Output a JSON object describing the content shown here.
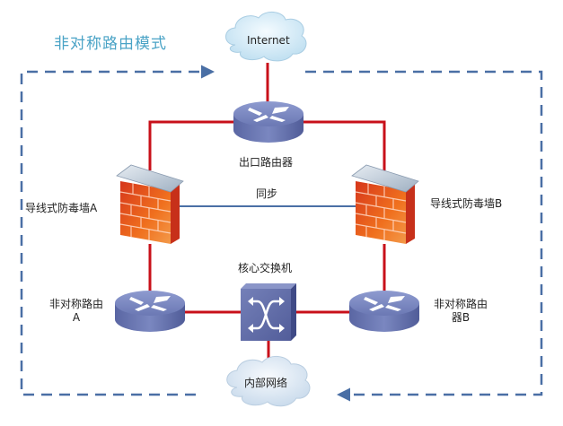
{
  "title": "非对称路由模式",
  "colors": {
    "title": "#4aa3c6",
    "link_red": "#c8101a",
    "sync_blue": "#4a6fa5",
    "dashed_flow": "#4a6fa5",
    "device_blue": "#6b79b5",
    "cloud": "#cfe6f4",
    "firewall_brick": "#e8502a"
  },
  "nodes": {
    "internet": {
      "label": "Internet",
      "type": "cloud"
    },
    "exit_router": {
      "label": "出口路由器",
      "type": "router"
    },
    "firewall_a": {
      "label": "导线式防毒墙A",
      "type": "firewall"
    },
    "firewall_b": {
      "label": "导线式防毒墙B",
      "type": "firewall"
    },
    "sync": {
      "label": "同步"
    },
    "core_switch": {
      "label": "核心交换机",
      "type": "switch"
    },
    "router_a": {
      "label_line1": "非对称路由",
      "label_line2": "A",
      "type": "router"
    },
    "router_b": {
      "label_line1": "非对称路由",
      "label_line2": "器B",
      "type": "router"
    },
    "intranet": {
      "label": "内部网络",
      "type": "cloud"
    }
  },
  "links": [
    {
      "from": "internet",
      "to": "exit_router",
      "style": "solid-red"
    },
    {
      "from": "exit_router",
      "to": "firewall_a",
      "style": "solid-red"
    },
    {
      "from": "exit_router",
      "to": "firewall_b",
      "style": "solid-red"
    },
    {
      "from": "firewall_a",
      "to": "firewall_b",
      "style": "solid-blue",
      "label": "同步"
    },
    {
      "from": "firewall_a",
      "to": "router_a",
      "style": "solid-red"
    },
    {
      "from": "firewall_b",
      "to": "router_b",
      "style": "solid-red"
    },
    {
      "from": "router_a",
      "to": "core_switch",
      "style": "solid-red"
    },
    {
      "from": "core_switch",
      "to": "router_b",
      "style": "solid-red"
    },
    {
      "from": "core_switch",
      "to": "intranet",
      "style": "solid-red"
    }
  ],
  "flows": [
    {
      "name": "outbound-flow",
      "direction": "intranet → left side → internet",
      "style": "dashed-arrow"
    },
    {
      "name": "inbound-flow",
      "direction": "internet → right side → intranet",
      "style": "dashed-arrow"
    }
  ]
}
